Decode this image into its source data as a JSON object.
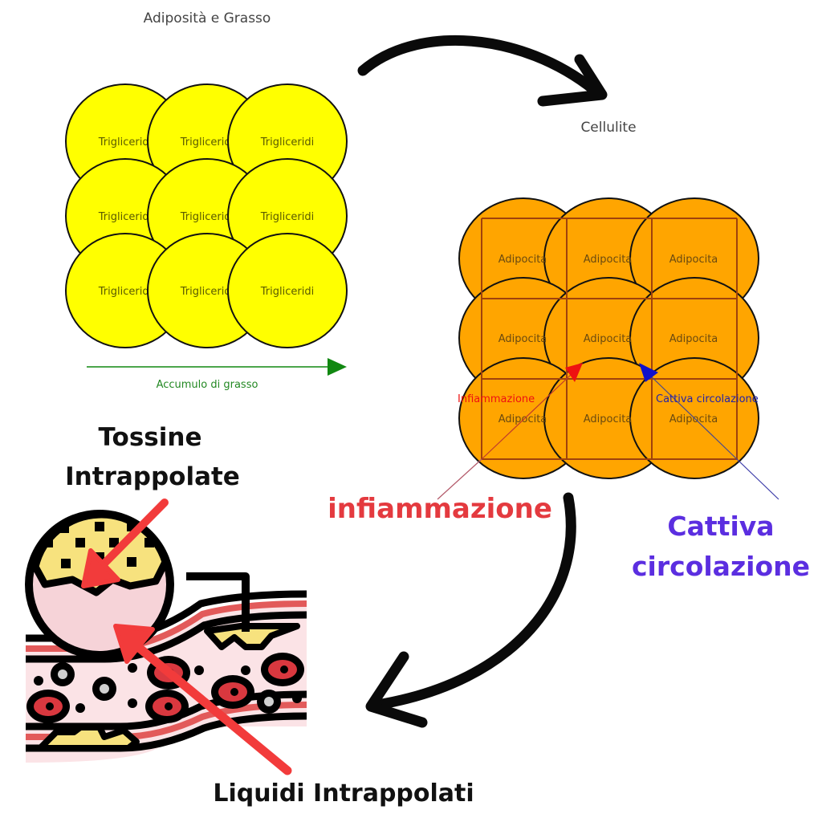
{
  "colors": {
    "fat_cell_fill": "#ffff00",
    "adipocyte_fill": "#ffa500",
    "adipocyte_grid": "#a0420c",
    "accumulation_arrow": "#118811",
    "inflammation_small": "#ee1111",
    "circulation_small": "#1111cc",
    "inflammation_label": "#e43a3f",
    "circulation_label": "#5b2ee0",
    "black_label": "#111111",
    "pointer_arrow": "#f23b3b",
    "vessel_wall": "#e25a5a",
    "vessel_lumen": "#fbe3e6",
    "plaque": "#f7e27e",
    "cell_body": "#f6d3d8",
    "red_cell": "#d9383f",
    "white_cell": "#d0d0d0"
  },
  "top_left": {
    "title": "Adiposità e Grasso",
    "cell_label": "Trigliceridi",
    "cell_count": 9,
    "accumulation_label": "Accumulo di grasso"
  },
  "top_right": {
    "title": "Cellulite",
    "cell_label": "Adipocita",
    "cell_count": 9,
    "small_inflammation": "Infiammazione",
    "small_circulation": "Cattiva circolazione"
  },
  "labels": {
    "inflammation": "infiammazione",
    "circulation_line1": "Cattiva",
    "circulation_line2": "circolazione",
    "toxins_line1": "Tossine",
    "toxins_line2": "Intrappolate",
    "fluids": "Liquidi Intrappolati"
  },
  "flow": [
    "Adiposità e Grasso",
    "Cellulite",
    "Tossine e Liquidi Intrappolati"
  ]
}
